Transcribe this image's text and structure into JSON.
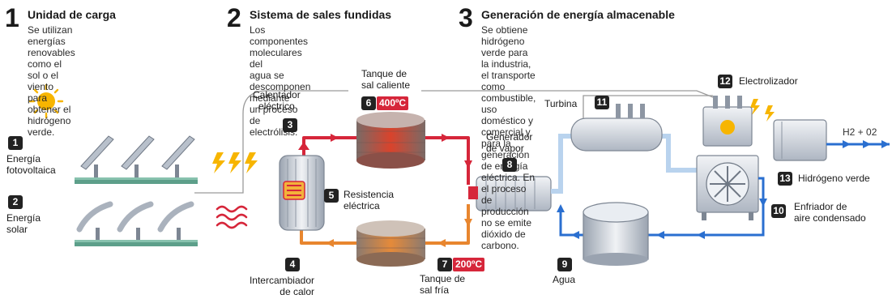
{
  "steps": [
    {
      "num": "1",
      "title": "Unidad de carga",
      "text": [
        "Se utilizan energías renovables",
        "como el sol o el viento para",
        "obtener el hidrógeno verde."
      ]
    },
    {
      "num": "2",
      "title": "Sistema de sales fundidas",
      "text": [
        "Los componentes moleculares del",
        "agua se descomponen mediante",
        "un proceso de electrólisis."
      ]
    },
    {
      "num": "3",
      "title": "Generación de energía almacenable",
      "text": [
        "Se obtiene hidrógeno verde para la industria, el transporte como",
        "combustible, uso doméstico y comercial y para la generación de energía",
        "eléctrica. En el proceso de producción no se emite dióxido de carbono."
      ]
    }
  ],
  "components": {
    "c1": {
      "badge": "1",
      "label": [
        "Energía",
        "fotovoltaica"
      ]
    },
    "c2": {
      "badge": "2",
      "label": [
        "Energía",
        "solar"
      ]
    },
    "c3": {
      "badge": "3",
      "label": [
        "Calentador",
        "eléctrico"
      ]
    },
    "c4": {
      "badge": "4",
      "label": [
        "Intercambiador",
        "de calor"
      ]
    },
    "c5": {
      "badge": "5",
      "label": [
        "Resistencia",
        "eléctrica"
      ]
    },
    "c6": {
      "badge": "6",
      "temp": "400ºC",
      "label": [
        "Tanque de",
        "sal caliente"
      ]
    },
    "c7": {
      "badge": "7",
      "temp": "200ºC",
      "label": [
        "Tanque de",
        "sal fría"
      ]
    },
    "c8": {
      "badge": "8",
      "label": [
        "Generador",
        "de vapor"
      ]
    },
    "c9": {
      "badge": "9",
      "label": [
        "Agua"
      ]
    },
    "c10": {
      "badge": "10",
      "label": [
        "Enfriador de",
        "aire condensado"
      ]
    },
    "c11": {
      "badge": "11",
      "label": [
        "Turbina"
      ]
    },
    "c12": {
      "badge": "12",
      "label": [
        "Electrolizador"
      ]
    },
    "c13": {
      "badge": "13",
      "label": [
        "Hidrógeno verde"
      ]
    }
  },
  "h2_output": "H2 + 02",
  "colors": {
    "hot": "#d6263a",
    "cold": "#e8862f",
    "water": "#2a6fd0",
    "steam": "#b9d3ee",
    "badge": "#222222",
    "sun": "#f7b500"
  }
}
